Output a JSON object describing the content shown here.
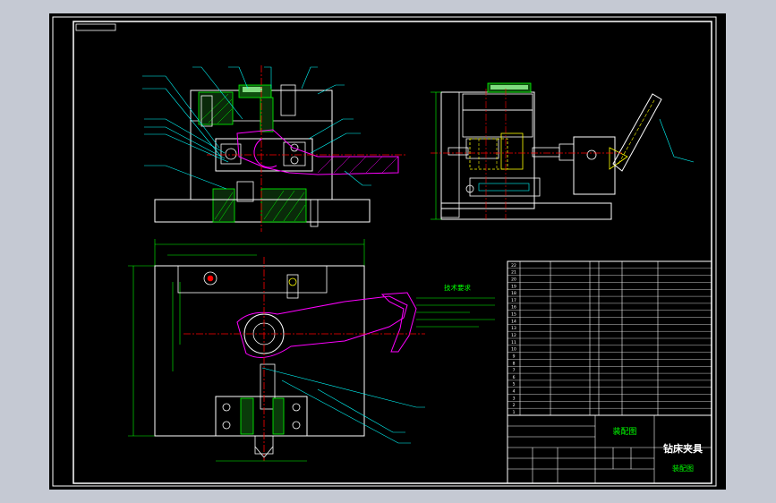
{
  "colors": {
    "background": "#000000",
    "frame": "#ffffff",
    "outline": "#ffffff",
    "dimension": "#00ff00",
    "centerline": "#ff0000",
    "section": "#00ff00",
    "workpiece": "#ff00ff",
    "leader": "#00ffff",
    "handle": "#00aa00",
    "notes": "#00ff00"
  },
  "title_block": {
    "drawing_name": "装配图",
    "product_name": "钻床夹具",
    "sheet_label": "装配图"
  },
  "notes": {
    "heading": "技术要求"
  },
  "bom": {
    "row_numbers": [
      "22",
      "21",
      "20",
      "19",
      "18",
      "17",
      "16",
      "15",
      "14",
      "13",
      "12",
      "11",
      "10",
      "9",
      "8",
      "7",
      "6",
      "5",
      "4",
      "3",
      "2",
      "1"
    ]
  }
}
